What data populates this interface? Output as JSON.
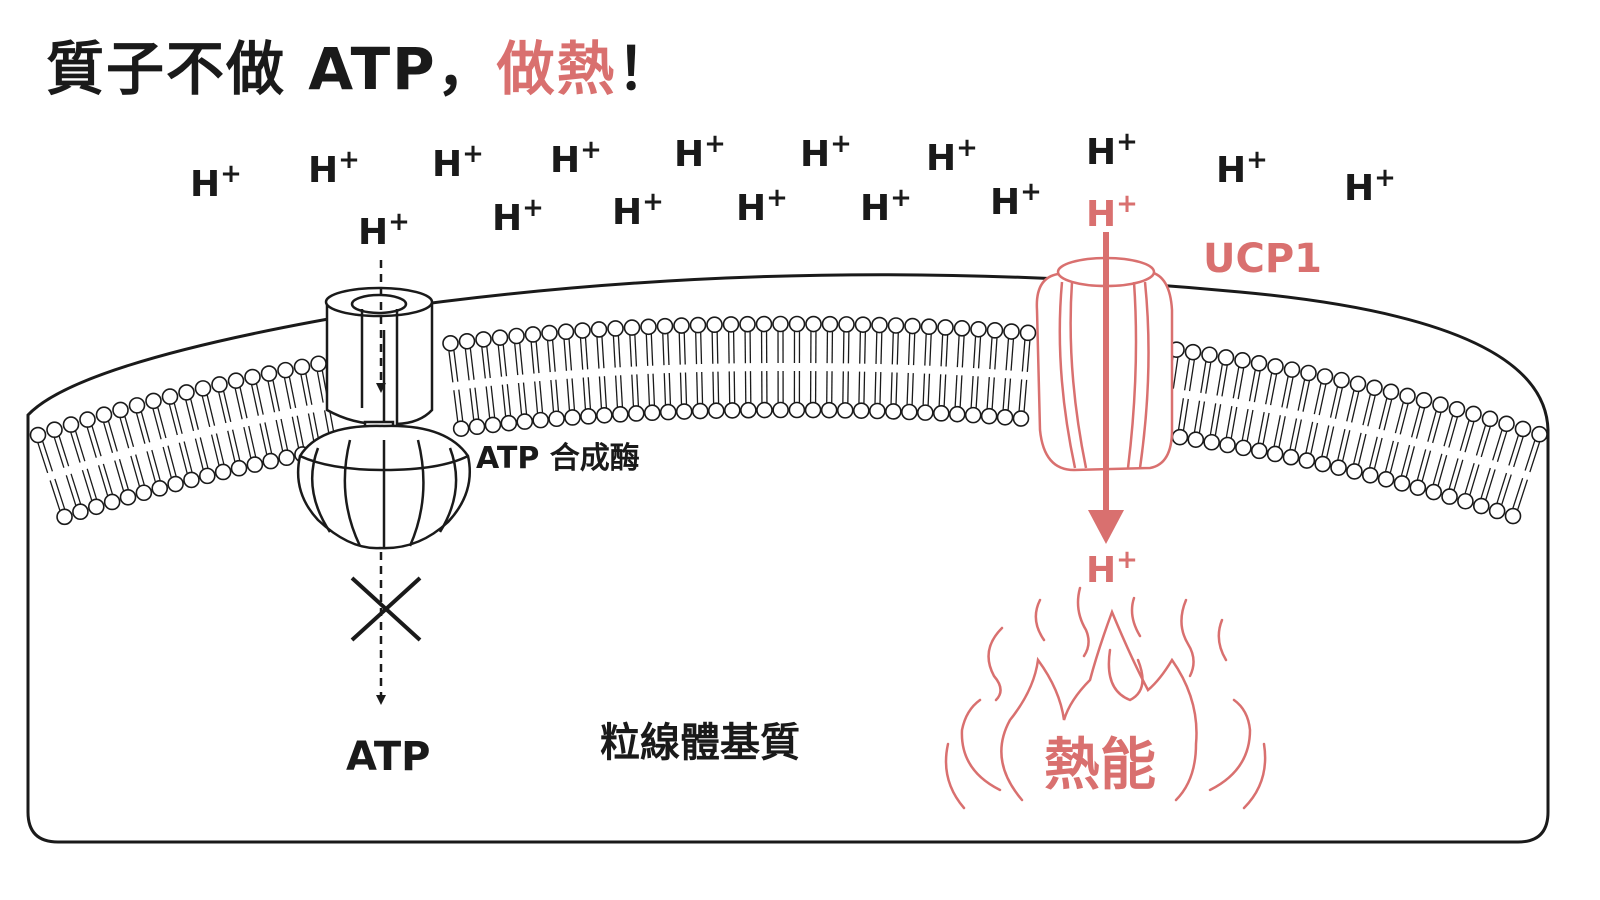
{
  "title": {
    "main": "質子不做 ATP，",
    "highlight": "做熱",
    "end": "！"
  },
  "proton": {
    "base": "H",
    "charge": "+"
  },
  "labels": {
    "atp_synthase": "ATP 合成酶",
    "ucp1": "UCP1",
    "atp": "ATP",
    "matrix": "粒線體基質",
    "heat": "熱能"
  },
  "colors": {
    "accent": "#d9706f",
    "ink": "#1a1a1a"
  },
  "icons": [
    "cross-icon",
    "flame-icon",
    "down-arrow-icon"
  ]
}
